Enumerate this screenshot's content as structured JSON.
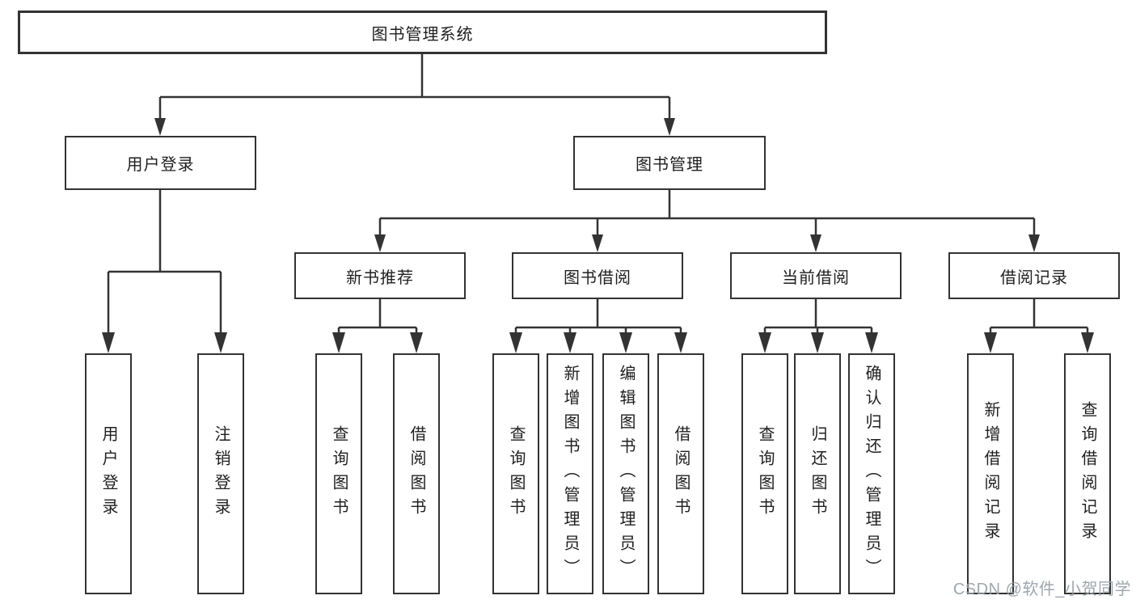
{
  "diagram": {
    "root": {
      "label": "图书管理系统"
    },
    "branches": [
      {
        "label": "用户登录",
        "children": [
          {
            "label": "用户登录"
          },
          {
            "label": "注销登录"
          }
        ]
      },
      {
        "label": "图书管理",
        "children": [
          {
            "label": "新书推荐",
            "children": [
              {
                "label": "查询图书"
              },
              {
                "label": "借阅图书"
              }
            ]
          },
          {
            "label": "图书借阅",
            "children": [
              {
                "label": "查询图书"
              },
              {
                "label": "新增图书（管理员）"
              },
              {
                "label": "编辑图书（管理员）"
              },
              {
                "label": "借阅图书"
              }
            ]
          },
          {
            "label": "当前借阅",
            "children": [
              {
                "label": "查询图书"
              },
              {
                "label": "归还图书"
              },
              {
                "label": "确认归还（管理员）"
              }
            ]
          },
          {
            "label": "借阅记录",
            "children": [
              {
                "label": "新增借阅记录"
              },
              {
                "label": "查询借阅记录"
              }
            ]
          }
        ]
      }
    ]
  },
  "watermark": "CSDN @软件_小贺同学",
  "colors": {
    "line": "#333333",
    "box_border": "#333333",
    "text": "#1f1f1f",
    "watermark": "#9aa1a9",
    "background": "#ffffff"
  }
}
